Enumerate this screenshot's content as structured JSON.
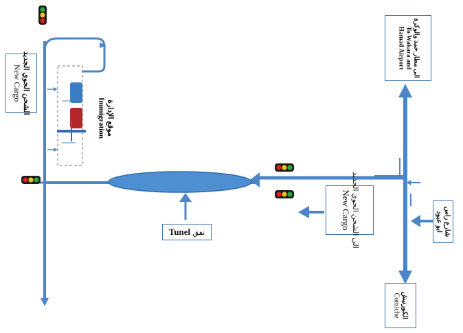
{
  "labels": {
    "new_cargo_left": {
      "ar": "الشحن الجوي الجديد",
      "en": "New Cargo"
    },
    "immigration": {
      "ar": "موقع الإدارة",
      "en": "Immigration"
    },
    "tunnel": {
      "en": "Tunel",
      "ar": "نفق"
    },
    "new_cargo_right": {
      "ar": "الى الشحن الجوي الجديد",
      "en": "New Cargo"
    },
    "airport": {
      "ar": "الى مطار حمد والوكرة",
      "en1": "To Wakara and",
      "en2": "Hamad Airport"
    },
    "ras_abu_aboud": {
      "ar1": "شارع راس",
      "ar2": "ابو عبود"
    },
    "corniche": {
      "ar": "الكورنيش",
      "en": "Corniche"
    }
  },
  "colors": {
    "road": "#4a86c8",
    "road_dark": "#2f6bb0",
    "tunnel_fill": "#4d8fd1",
    "booth_blue": "#3b7dc4",
    "booth_red": "#b3262b",
    "signal_body": "#1a1a1a",
    "signal_red": "#d8201f",
    "signal_yellow": "#f2c11b",
    "signal_green": "#2aa63a"
  },
  "icons": [
    "traffic-light-icon",
    "arrow-icon"
  ]
}
